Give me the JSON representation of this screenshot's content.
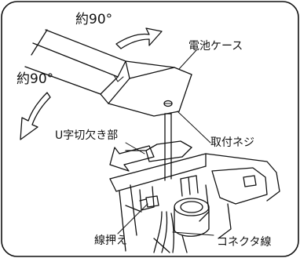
{
  "labels": {
    "rotate_top": "約90°",
    "rotate_left": "約90°",
    "battery_case": "電池ケース",
    "mounting_screw": "取付ネジ",
    "u_notch": "U字切欠き部",
    "wire_holder": "線押え",
    "connector_wire": "コネクタ線"
  },
  "colors": {
    "line": "#111111",
    "background": "#ffffff"
  }
}
